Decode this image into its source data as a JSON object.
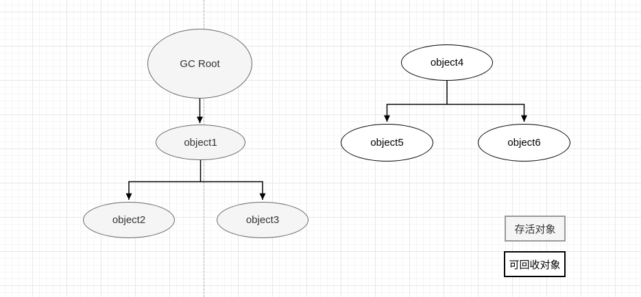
{
  "nodes": {
    "gc_root": {
      "label": "GC Root",
      "type": "live"
    },
    "object1": {
      "label": "object1",
      "type": "live"
    },
    "object2": {
      "label": "object2",
      "type": "live"
    },
    "object3": {
      "label": "object3",
      "type": "live"
    },
    "object4": {
      "label": "object4",
      "type": "collectible"
    },
    "object5": {
      "label": "object5",
      "type": "collectible"
    },
    "object6": {
      "label": "object6",
      "type": "collectible"
    }
  },
  "edges": [
    {
      "from": "GC Root",
      "to": "object1"
    },
    {
      "from": "object1",
      "to": "object2"
    },
    {
      "from": "object1",
      "to": "object3"
    },
    {
      "from": "object4",
      "to": "object5"
    },
    {
      "from": "object4",
      "to": "object6"
    }
  ],
  "legend": {
    "live": {
      "label": "存活对象"
    },
    "collectible": {
      "label": "可回收对象"
    }
  },
  "colors": {
    "live_fill": "#f5f5f5",
    "live_stroke": "#666666",
    "collectible_fill": "#ffffff",
    "collectible_stroke": "#000000",
    "connector": "#000000",
    "page_divider": "#b0b0b0",
    "grid_major": "#e7e7e7",
    "grid_minor": "#f5f5f5",
    "text": "#333333"
  }
}
